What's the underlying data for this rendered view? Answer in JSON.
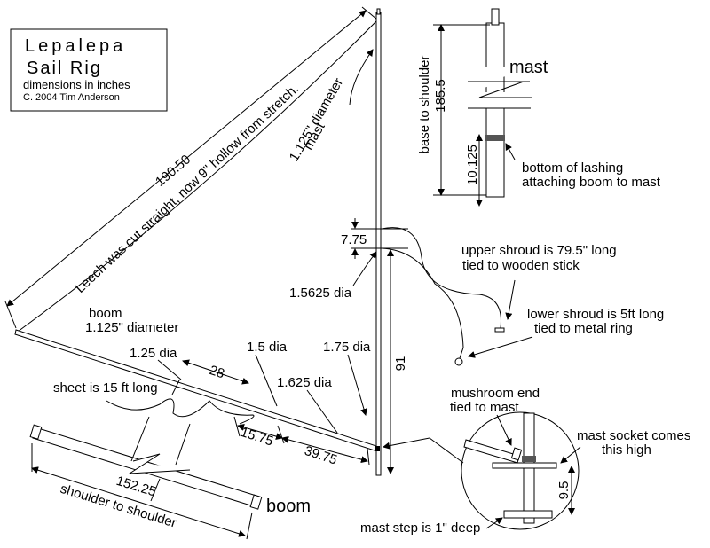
{
  "title_box": {
    "title": "Lepalepa",
    "subtitle": "Sail Rig",
    "units": "dimensions in inches",
    "copyright": "C. 2004 Tim Anderson"
  },
  "sail": {
    "luff_length": "190.50",
    "leech_note": "Leech was cut straight, now 9\" hollow from stretch."
  },
  "mast": {
    "label_line1": "mast",
    "label_line2": "1.125\" diameter",
    "dia_base": "1.5625 dia",
    "shroud_gap": "7.75",
    "height_to_shroud": "91"
  },
  "boom": {
    "label_line1": "boom",
    "label_line2": "1.125\" diameter",
    "dias": [
      "1.25 dia",
      "1.5 dia",
      "1.625 dia",
      "1.75 dia"
    ],
    "dims": [
      "28",
      "15.75",
      "39.75"
    ],
    "sheet_note": "sheet is 15 ft long"
  },
  "boom_detail": {
    "length": "152.25",
    "length_label": "shoulder to shoulder",
    "title": "boom"
  },
  "mast_detail": {
    "title": "mast",
    "base_label": "base to shoulder",
    "base_value": "185.5",
    "lashing_value": "10.125",
    "lashing_note_1": "bottom of lashing",
    "lashing_note_2": "attaching boom to mast"
  },
  "shrouds": {
    "upper_1": "upper shroud is 79.5\" long",
    "upper_2": "tied to wooden stick",
    "lower_1": "lower shroud is 5ft long",
    "lower_2": "tied to metal ring"
  },
  "socket_detail": {
    "mushroom_1": "mushroom end",
    "mushroom_2": "tied to mast",
    "socket_1": "mast socket comes",
    "socket_2": "this high",
    "socket_height": "9.5",
    "step_note": "mast step is 1\" deep"
  }
}
